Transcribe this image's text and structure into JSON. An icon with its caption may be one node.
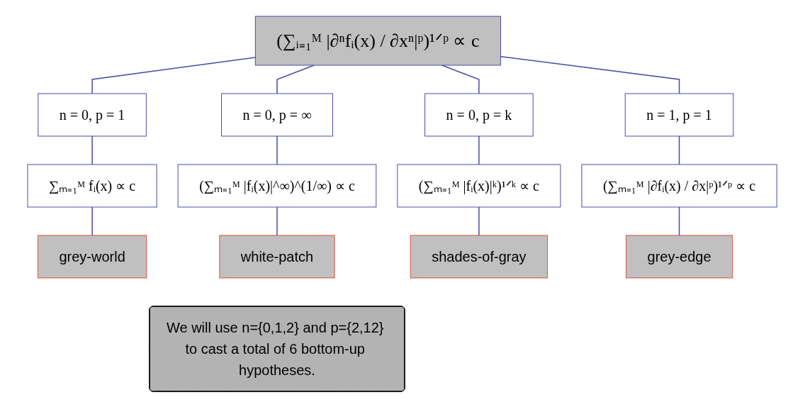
{
  "diagram": {
    "nodes": [
      {
        "text": [
          "(∑ᵢ₌₁ᴹ |∂ⁿfᵢ(x) / ∂xⁿ|ᵖ)¹ᐟᵖ ∝ c"
        ]
      },
      {
        "text": [
          "n = 0, p = 1"
        ]
      },
      {
        "text": [
          "n = 0, p = ∞"
        ]
      },
      {
        "text": [
          "n = 0, p = k"
        ]
      },
      {
        "text": [
          "n = 1, p = 1"
        ]
      },
      {
        "text": [
          "∑ₘ₌₁ᴹ fᵢ(x) ∝ c"
        ]
      },
      {
        "text": [
          "(∑ₘ₌₁ᴹ |fᵢ(x)|^∞)^(1/∞) ∝ c"
        ]
      },
      {
        "text": [
          "(∑ₘ₌₁ᴹ |fᵢ(x)|ᵏ)¹ᐟᵏ ∝ c"
        ]
      },
      {
        "text": [
          "(∑ₘ₌₁ᴹ |∂fᵢ(x) / ∂x|ᵖ)¹ᐟᵖ ∝ c"
        ]
      },
      {
        "text": [
          "grey-world"
        ]
      },
      {
        "text": [
          "white-patch"
        ]
      },
      {
        "text": [
          "shades-of-gray"
        ]
      },
      {
        "text": [
          "grey-edge"
        ]
      },
      {
        "text": [
          "We will use n={0,1,2} and p={2,12} to cast a total of 6 bottom-up hypotheses."
        ]
      }
    ],
    "edges": [
      {
        "from": 0,
        "to": 1,
        "arrow": "none"
      },
      {
        "from": 0,
        "to": 2,
        "arrow": "none"
      },
      {
        "from": 0,
        "to": 3,
        "arrow": "none"
      },
      {
        "from": 0,
        "to": 4,
        "arrow": "none"
      },
      {
        "from": 1,
        "to": 5,
        "arrow": "none"
      },
      {
        "from": 2,
        "to": 6,
        "arrow": "none"
      },
      {
        "from": 3,
        "to": 7,
        "arrow": "none"
      },
      {
        "from": 4,
        "to": 8,
        "arrow": "none"
      },
      {
        "from": 5,
        "to": 9,
        "arrow": "none"
      },
      {
        "from": 6,
        "to": 10,
        "arrow": "none"
      },
      {
        "from": 7,
        "to": 11,
        "arrow": "none"
      },
      {
        "from": 8,
        "to": 12,
        "arrow": "none"
      }
    ]
  }
}
